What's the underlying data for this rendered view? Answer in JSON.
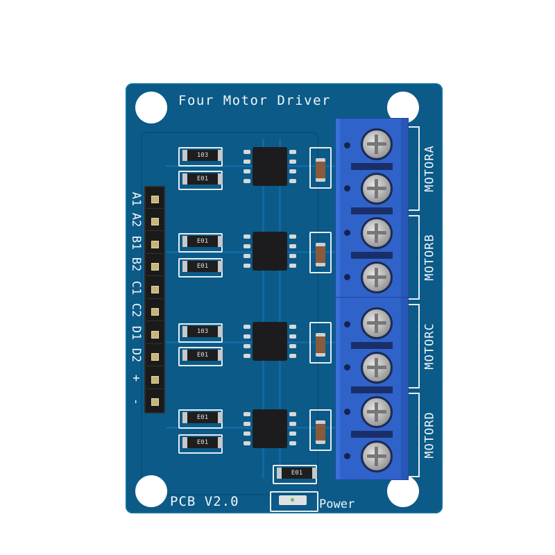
{
  "board": {
    "title": "Four Motor Driver",
    "version_label": "PCB V2.0",
    "power_label": "Power",
    "colors": {
      "pcb": "#0b5a88",
      "silkscreen": "#f2f6f8",
      "terminal_block": "#2f63c9",
      "background": "#ffffff"
    }
  },
  "header": {
    "pin_labels": [
      "A1",
      "A2",
      "B1",
      "B2",
      "C1",
      "C2",
      "D1",
      "D2",
      "+",
      "-"
    ]
  },
  "motor_outputs": {
    "labels": [
      "MOTORA",
      "MOTORB",
      "MOTORC",
      "MOTORD"
    ]
  },
  "driver_channels": [
    {
      "resistor_top": "103",
      "resistor_bottom": "E01"
    },
    {
      "resistor_top": "E01",
      "resistor_bottom": "E01"
    },
    {
      "resistor_top": "103",
      "resistor_bottom": "E01"
    },
    {
      "resistor_top": "E01",
      "resistor_bottom": "E01"
    }
  ],
  "power_section": {
    "resistor": "E01"
  }
}
